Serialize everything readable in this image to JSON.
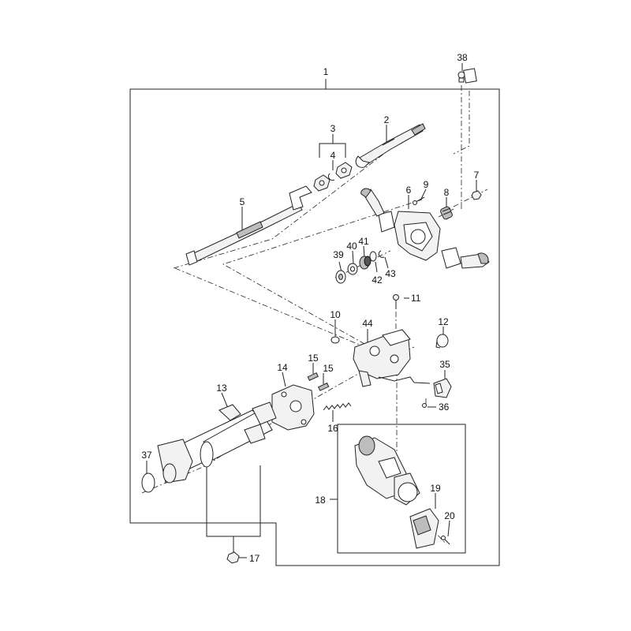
{
  "callouts": {
    "c1": "1",
    "c2": "2",
    "c3": "3",
    "c4": "4",
    "c5": "5",
    "c6": "6",
    "c7": "7",
    "c8": "8",
    "c9": "9",
    "c10": "10",
    "c11": "11",
    "c12": "12",
    "c13": "13",
    "c14": "14",
    "c15a": "15",
    "c15b": "15",
    "c16": "16",
    "c17": "17",
    "c18": "18",
    "c19": "19",
    "c20": "20",
    "c35": "35",
    "c36": "36",
    "c37": "37",
    "c38": "38",
    "c39": "39",
    "c40": "40",
    "c41": "41",
    "c42": "42",
    "c43": "43",
    "c44": "44"
  }
}
